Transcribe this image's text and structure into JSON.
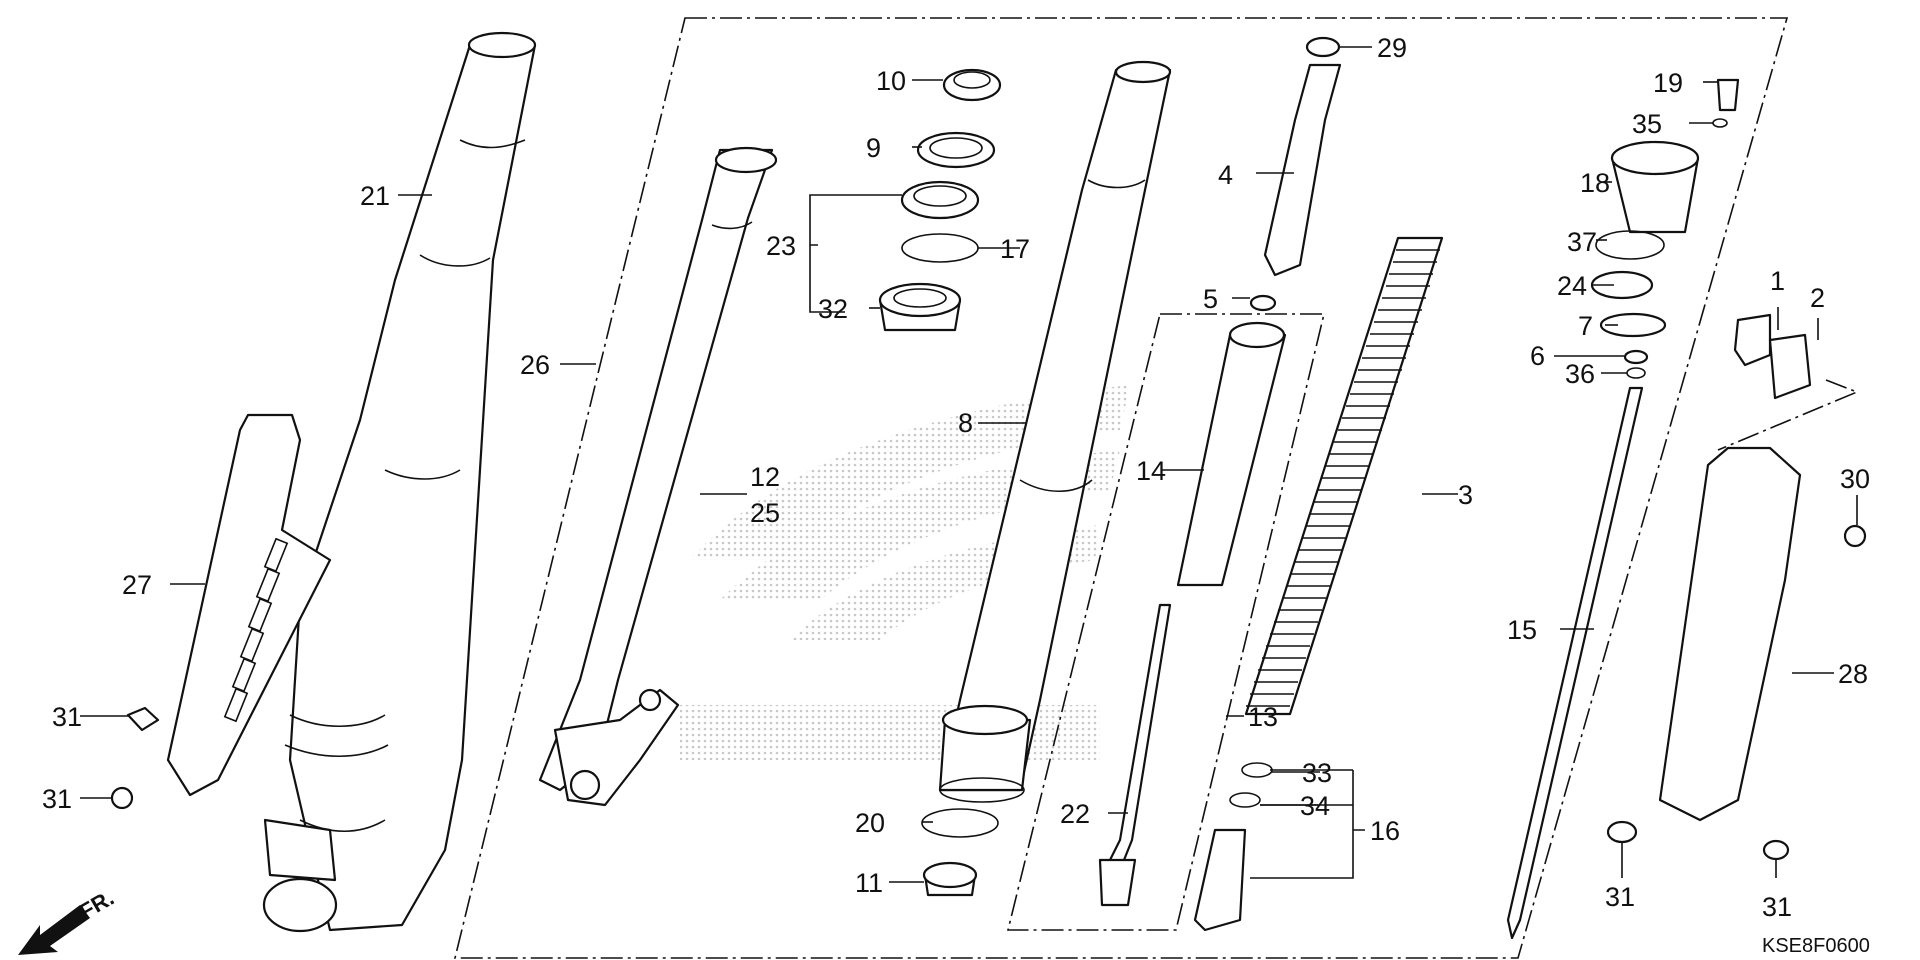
{
  "diagram_code": "KSE8F0600",
  "direction_label": "FR.",
  "callouts": {
    "c1": "1",
    "c2": "2",
    "c3": "3",
    "c4": "4",
    "c5": "5",
    "c6": "6",
    "c7": "7",
    "c8": "8",
    "c9": "9",
    "c10": "10",
    "c11": "11",
    "c12": "12",
    "c13": "13",
    "c14": "14",
    "c15": "15",
    "c16": "16",
    "c17": "17",
    "c18": "18",
    "c19": "19",
    "c20": "20",
    "c21": "21",
    "c22": "22",
    "c23": "23",
    "c24": "24",
    "c25": "25",
    "c26": "26",
    "c27": "27",
    "c28": "28",
    "c29": "29",
    "c30": "30",
    "c31a": "31",
    "c31b": "31",
    "c31c": "31",
    "c31d": "31",
    "c32": "32",
    "c33": "33",
    "c34": "34",
    "c35": "35",
    "c36": "36",
    "c37": "37"
  },
  "colors": {
    "line": "#111111",
    "background": "#ffffff",
    "watermark": "#cfcfcf"
  }
}
